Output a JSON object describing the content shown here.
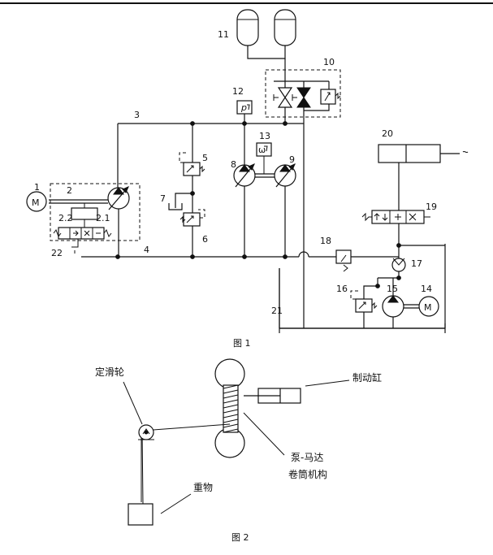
{
  "figure1": {
    "caption": "图 1",
    "labels": {
      "n1": "1",
      "n2": "2",
      "n2_1": "2.1",
      "n2_2": "2.2",
      "n3": "3",
      "n4": "4",
      "n5": "5",
      "n6": "6",
      "n7": "7",
      "n8": "8",
      "n9": "9",
      "n10": "10",
      "n11": "11",
      "n12": "12",
      "n13": "13",
      "n14": "14",
      "n15": "15",
      "n16": "16",
      "n17": "17",
      "n18": "18",
      "n19": "19",
      "n20": "20",
      "n21": "21",
      "n22": "22"
    },
    "symbols": {
      "motor": "M",
      "pressure": "p",
      "speed": "ω",
      "motor2": "M"
    }
  },
  "figure2": {
    "caption": "图 2",
    "labels": {
      "pulley": "定滑轮",
      "brake": "制动缸",
      "pump_line1": "泵-马达",
      "pump_line2": "卷筒机构",
      "weight": "重物"
    }
  }
}
